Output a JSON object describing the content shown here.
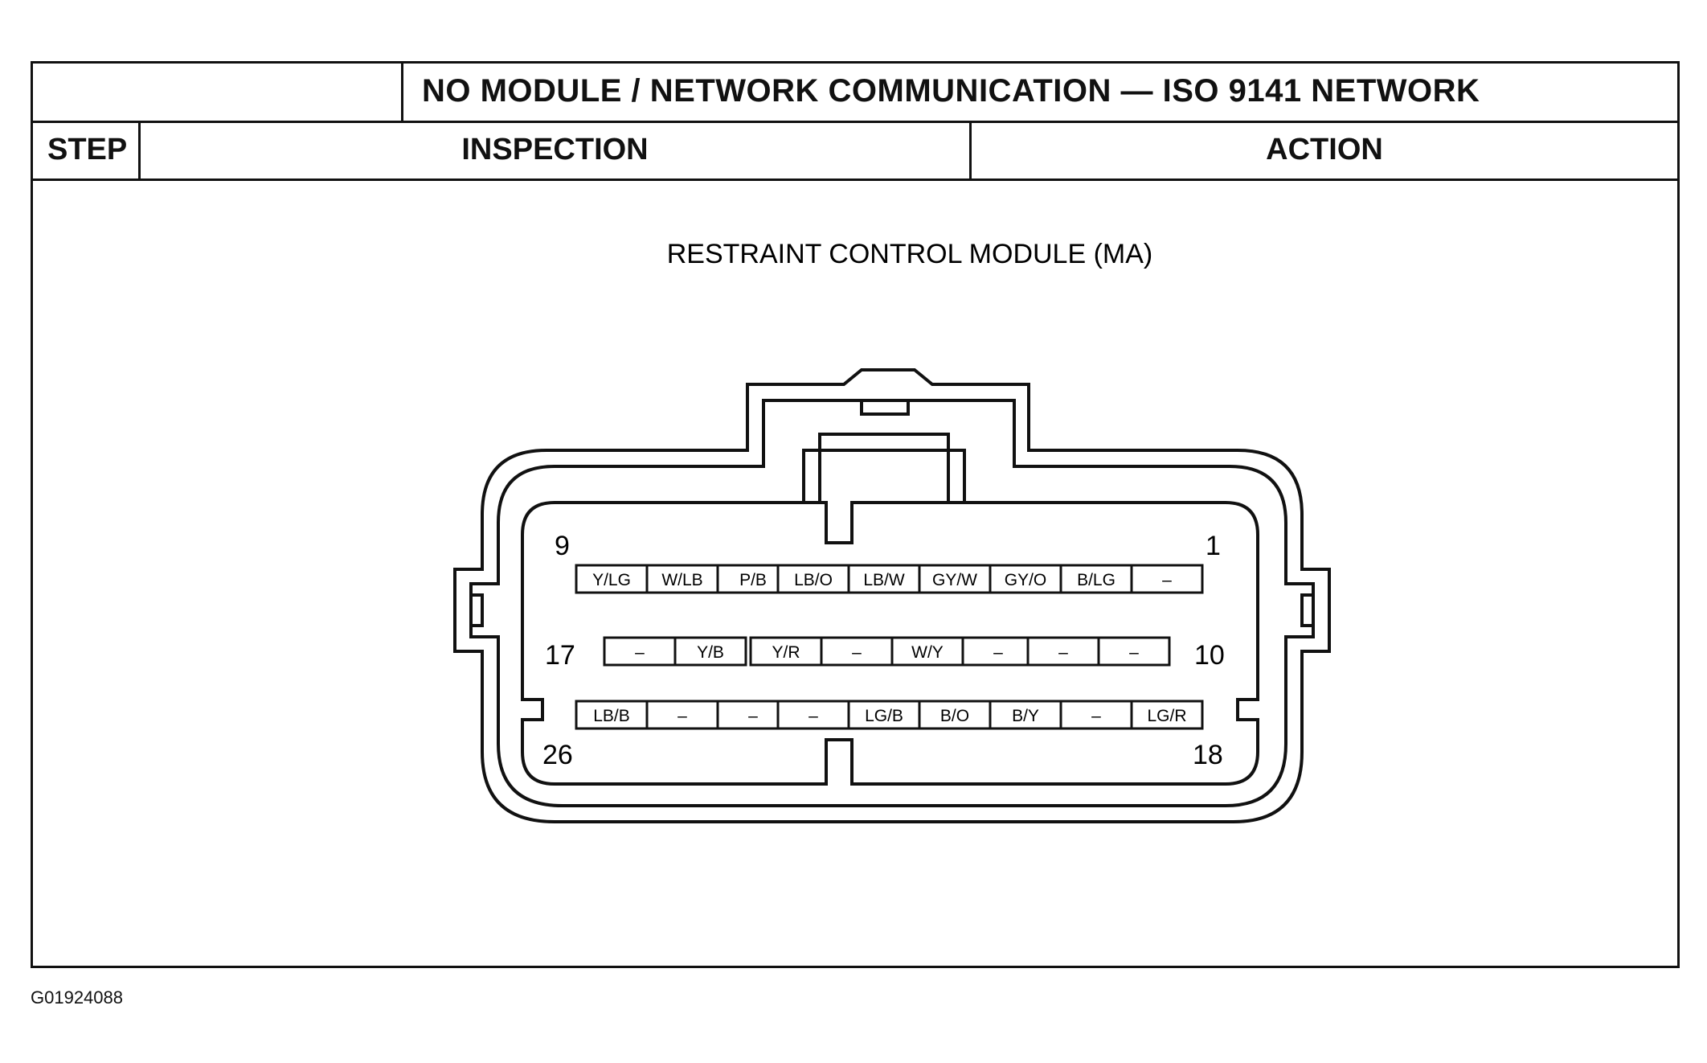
{
  "header": {
    "title": "NO MODULE / NETWORK COMMUNICATION — ISO 9141 NETWORK",
    "col_step": "STEP",
    "col_inspection": "INSPECTION",
    "col_action": "ACTION"
  },
  "diagram": {
    "title": "RESTRAINT CONTROL MODULE (MA)",
    "pin_numbers": [
      "9",
      "1",
      "17",
      "10",
      "26",
      "18"
    ],
    "rows": [
      {
        "groups": [
          [
            "Y/LG",
            "W/LB",
            "P/B"
          ],
          [
            "LB/O",
            "LB/W",
            "GY/W"
          ],
          [
            "GY/O",
            "B/LG",
            "–"
          ]
        ]
      },
      {
        "groups": [
          [
            "–",
            "Y/B"
          ],
          [
            "Y/R",
            "–",
            "W/Y",
            "–"
          ],
          [
            "–",
            "–"
          ]
        ]
      },
      {
        "groups": [
          [
            "LB/B",
            "–",
            "–"
          ],
          [
            "–",
            "LG/B",
            "B/O"
          ],
          [
            "B/Y",
            "–",
            "LG/R"
          ]
        ]
      }
    ]
  },
  "figure_id": "G01924088"
}
